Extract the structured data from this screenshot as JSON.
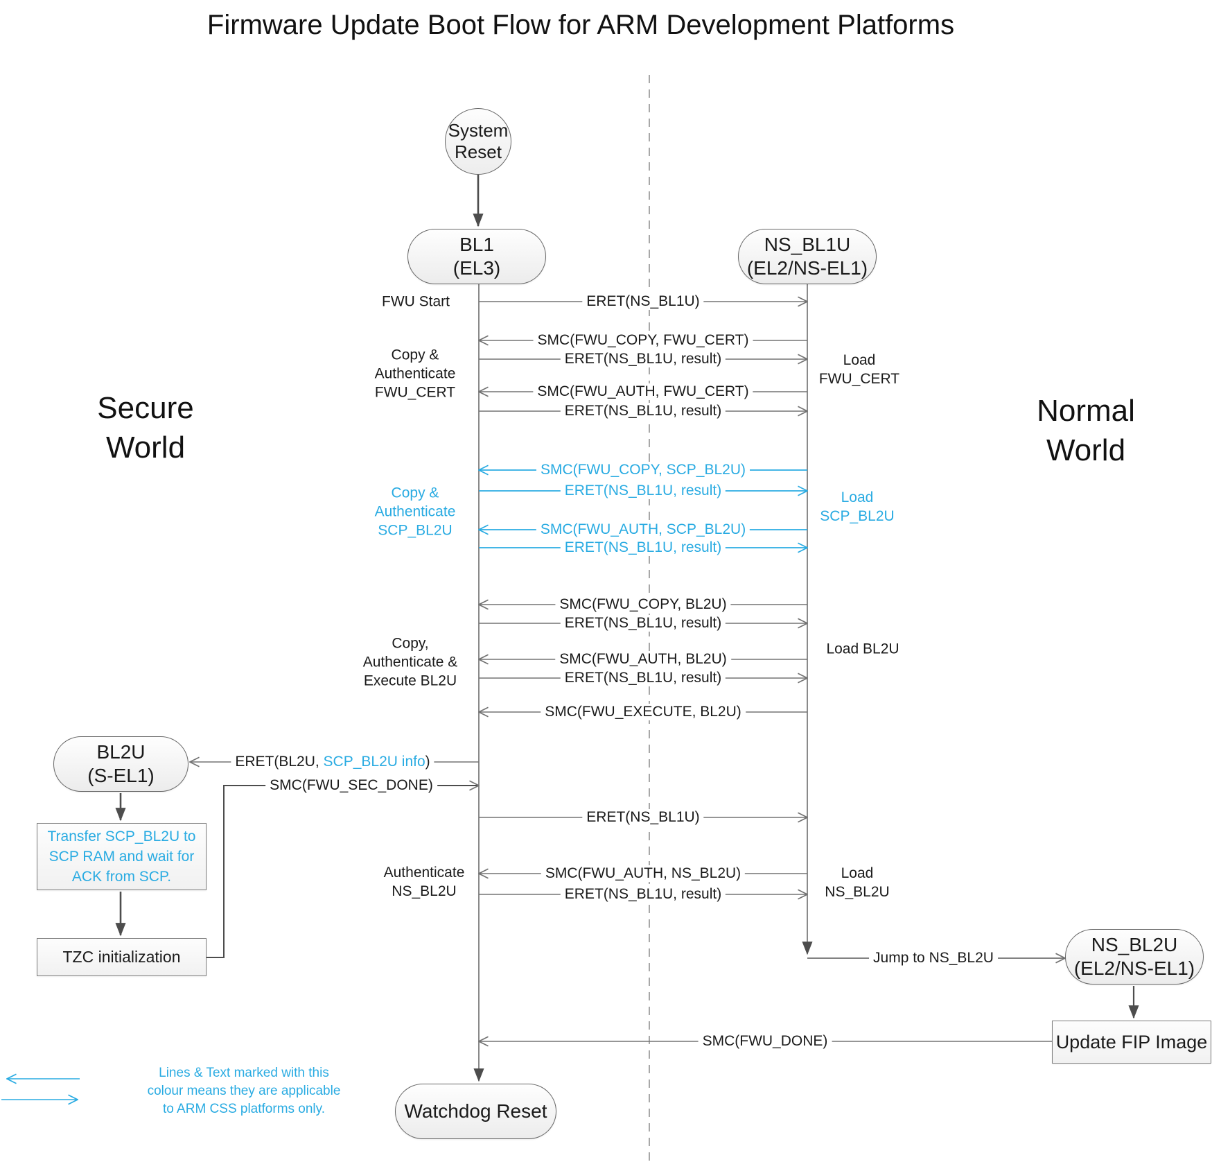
{
  "title": "Firmware Update Boot Flow for ARM Development Platforms",
  "colors": {
    "accent_blue": "#29ABE2",
    "line_gray": "#737373",
    "line_dark": "#4d4d4d"
  },
  "worlds": {
    "secure": [
      "Secure",
      "World"
    ],
    "normal": [
      "Normal",
      "World"
    ]
  },
  "nodes": {
    "system_reset": [
      "System",
      "Reset"
    ],
    "bl1": [
      "BL1",
      "(EL3)"
    ],
    "ns_bl1u": [
      "NS_BL1U",
      "(EL2/NS-EL1)"
    ],
    "bl2u": [
      "BL2U",
      "(S-EL1)"
    ],
    "ns_bl2u": [
      "NS_BL2U",
      "(EL2/NS-EL1)"
    ],
    "transfer_scp": [
      "Transfer SCP_BL2U to",
      "SCP RAM and wait for",
      "ACK from SCP."
    ],
    "tzc_init": "TZC initialization",
    "update_fip": "Update FIP Image",
    "watchdog_reset": "Watchdog Reset"
  },
  "messages": {
    "eret_ns_bl1u": "ERET(NS_BL1U)",
    "smc_copy_fwu_cert": "SMC(FWU_COPY, FWU_CERT)",
    "eret_result_1": "ERET(NS_BL1U, result)",
    "smc_auth_fwu_cert": "SMC(FWU_AUTH, FWU_CERT)",
    "eret_result_2": "ERET(NS_BL1U, result)",
    "smc_copy_scp_bl2u": "SMC(FWU_COPY, SCP_BL2U)",
    "eret_result_3": "ERET(NS_BL1U, result)",
    "smc_auth_scp_bl2u": "SMC(FWU_AUTH, SCP_BL2U)",
    "eret_result_4": "ERET(NS_BL1U, result)",
    "smc_copy_bl2u": "SMC(FWU_COPY, BL2U)",
    "eret_result_5": "ERET(NS_BL1U, result)",
    "smc_auth_bl2u": "SMC(FWU_AUTH, BL2U)",
    "eret_result_6": "ERET(NS_BL1U, result)",
    "smc_execute_bl2u": "SMC(FWU_EXECUTE, BL2U)",
    "eret_bl2u_prefix": "ERET(BL2U, ",
    "eret_bl2u_blue": "SCP_BL2U info",
    "eret_bl2u_suffix": ")",
    "smc_fwu_sec_done": "SMC(FWU_SEC_DONE)",
    "eret_ns_bl1u_2": "ERET(NS_BL1U)",
    "smc_auth_ns_bl2u": "SMC(FWU_AUTH, NS_BL2U)",
    "eret_result_7": "ERET(NS_BL1U, result)",
    "jump_ns_bl2u": "Jump to NS_BL2U",
    "smc_fwu_done": "SMC(FWU_DONE)"
  },
  "side_labels": {
    "fwu_start": "FWU Start",
    "copy_auth_fwu_cert": [
      "Copy &",
      "Authenticate",
      "FWU_CERT"
    ],
    "load_fwu_cert": [
      "Load",
      "FWU_CERT"
    ],
    "copy_auth_scp_bl2u": [
      "Copy &",
      "Authenticate",
      "SCP_BL2U"
    ],
    "load_scp_bl2u": [
      "Load",
      "SCP_BL2U"
    ],
    "copy_auth_exec_bl2u": [
      "Copy,",
      "Authenticate &",
      "Execute BL2U"
    ],
    "load_bl2u": "Load BL2U",
    "authenticate_ns_bl2u": [
      "Authenticate",
      "NS_BL2U"
    ],
    "load_ns_bl2u": [
      "Load",
      "NS_BL2U"
    ]
  },
  "legend": {
    "lines": [
      "Lines & Text marked with this",
      "colour means they are applicable",
      "to ARM CSS platforms only."
    ]
  }
}
